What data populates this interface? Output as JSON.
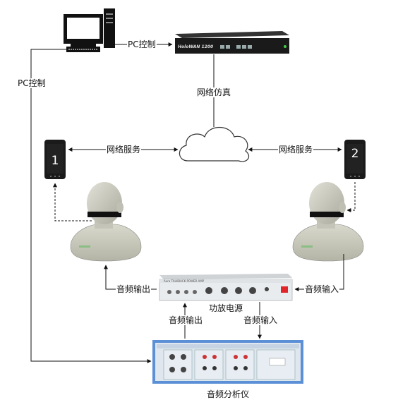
{
  "labels": {
    "pc_control_top": "PC控制",
    "pc_control_left": "PC控制",
    "network_sim": "网络仿真",
    "net_service_left": "网络服务",
    "net_service_right": "网络服务",
    "audio_out_left": "音频输出",
    "audio_in_right": "音频输入",
    "amp_power": "功放电源",
    "audio_out_mid": "音频输出",
    "audio_in_mid": "音频输入",
    "analyzer": "音频分析仪"
  },
  "devices": {
    "holowan_label": "HoloWAN 1200",
    "phone_left_number": "1",
    "phone_right_number": "2",
    "amp_label": "Aura TALKBACK POWER AMP"
  },
  "colors": {
    "line": "#111111",
    "phone_body": "#1a1a1a",
    "analyzer_frame": "#5b8fd6",
    "amp_body": "#e9ecef",
    "amp_red": "#e0262b",
    "head_fill": "#cfcfc4"
  }
}
